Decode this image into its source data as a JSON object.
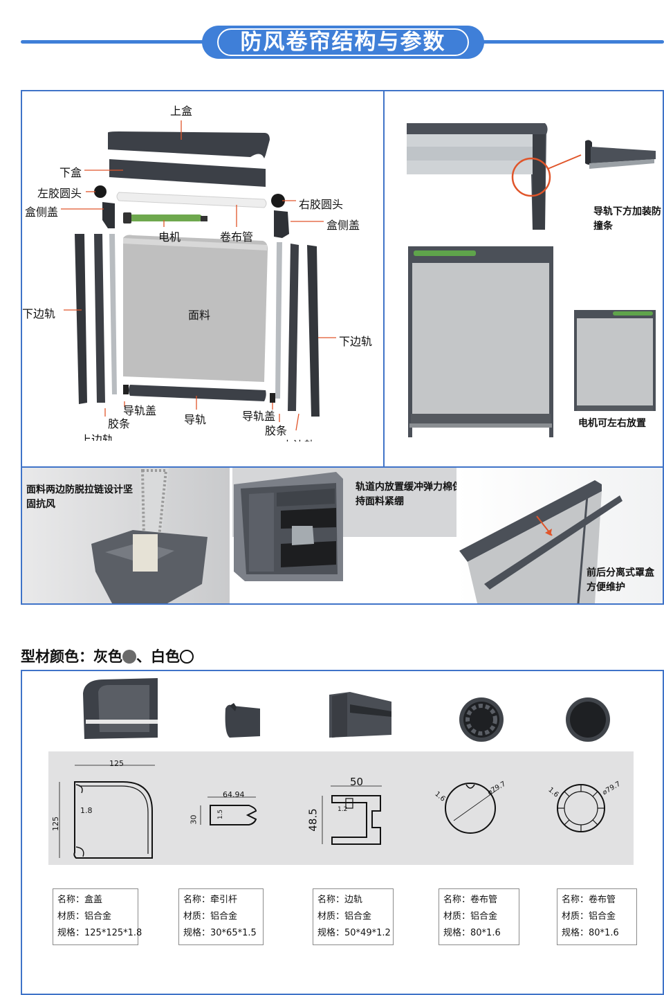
{
  "header": {
    "title": "防风卷帘结构与参数",
    "accent": "#3f7fd8"
  },
  "exploded": {
    "top_box": "上盒",
    "bottom_box": "下盒",
    "left_cap": "左胶圆头",
    "right_cap": "右胶圆头",
    "side_cover_left": "盒侧盖",
    "side_cover_right": "盒侧盖",
    "motor": "电机",
    "roll_tube": "卷布管",
    "fabric": "面料",
    "lower_rail_left": "下边轨",
    "lower_rail_right": "下边轨",
    "rail_cap_left": "导轨盖",
    "rail_cap_right": "导轨盖",
    "rubber_left": "胶条",
    "rubber_right": "胶条",
    "guide_rail": "导轨",
    "upper_rail_left": "上边轨",
    "upper_rail_right": "上边轨"
  },
  "features": {
    "anti_collision": "导轨下方加装防撞条",
    "motor_position": "电机可左右放置",
    "zipper": "面料两边防脱拉链设计坚固抗风",
    "buffer": "轨道内放置缓冲弹力棉保持面料紧绷",
    "separate_cover": "前后分离式罩盒方便维护"
  },
  "colors_section": {
    "title": "型材颜色：灰色",
    "separator": "、白色",
    "gray": "#6b6b6b",
    "white": "#ffffff"
  },
  "dimensions": {
    "box_w": "125",
    "box_h": "125",
    "box_t": "1.8",
    "pull_w": "64.94",
    "pull_h": "30",
    "pull_t": "1.5",
    "rail_w": "50",
    "rail_h": "48.5",
    "rail_t": "1.2",
    "tube1_t": "1.6",
    "tube1_d": "⌀79.7",
    "tube2_t": "1.6",
    "tube2_d": "⌀79.7"
  },
  "specs": [
    {
      "name": "名称：盒盖",
      "material": "材质：铝合金",
      "size": "规格：125*125*1.8"
    },
    {
      "name": "名称：牵引杆",
      "material": "材质：铝合金",
      "size": "规格：30*65*1.5"
    },
    {
      "name": "名称：边轨",
      "material": "材质：铝合金",
      "size": "规格：50*49*1.2"
    },
    {
      "name": "名称：卷布管",
      "material": "材质：铝合金",
      "size": "规格：80*1.6"
    },
    {
      "name": "名称：卷布管",
      "material": "材质：铝合金",
      "size": "规格：80*1.6"
    }
  ]
}
